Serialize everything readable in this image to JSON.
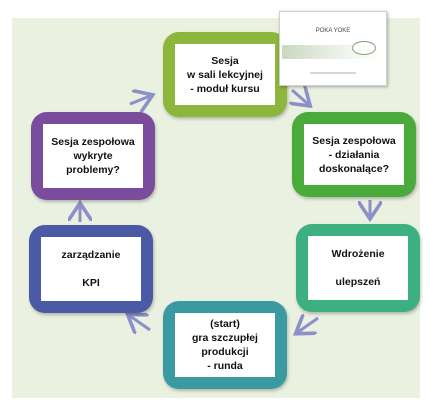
{
  "header": {
    "title": ""
  },
  "thumbnail": {
    "title": "POKA YOKE"
  },
  "nodes": [
    {
      "label": "Sesja\nw sali lekcyjnej\n- moduł kursu",
      "color": "#8cb63c"
    },
    {
      "label": "Sesja zespołowa\n- działania\ndoskonalące?",
      "color": "#4aaa3c"
    },
    {
      "label": "Wdrożenie\n\nulepszeń",
      "color": "#3cb080"
    },
    {
      "label": "(start)\ngra szczupłej\nprodukcji\n- runda",
      "color": "#3a9aa2"
    },
    {
      "label": "zarządzanie\n\nKPI",
      "color": "#4a5aa4"
    },
    {
      "label": "Sesja zespołowa\nwykryte\nproblemy?",
      "color": "#7a4c9e"
    }
  ],
  "colors": {
    "arrow": "#8c90c8",
    "panel": "#eaf1e1"
  }
}
